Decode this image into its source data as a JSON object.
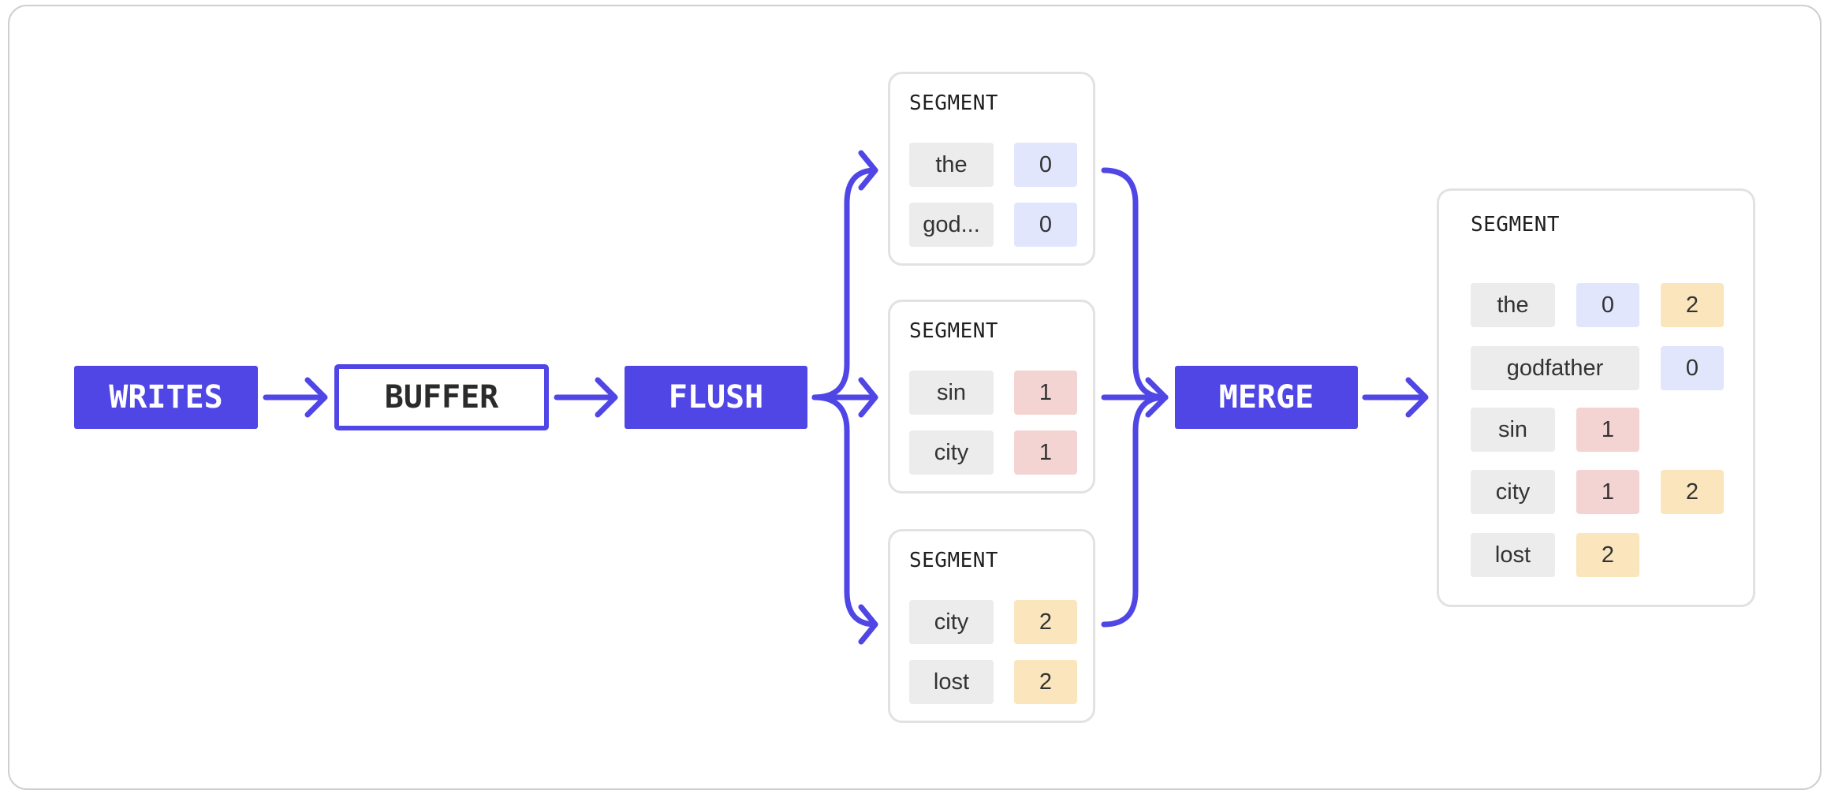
{
  "stages": {
    "writes": "WRITES",
    "buffer": "BUFFER",
    "flush": "FLUSH",
    "merge": "MERGE"
  },
  "segment_title": "SEGMENT",
  "segments": [
    {
      "rows": [
        {
          "term": "the",
          "docs": [
            "0"
          ]
        },
        {
          "term": "god...",
          "docs": [
            "0"
          ]
        }
      ]
    },
    {
      "rows": [
        {
          "term": "sin",
          "docs": [
            "1"
          ]
        },
        {
          "term": "city",
          "docs": [
            "1"
          ]
        }
      ]
    },
    {
      "rows": [
        {
          "term": "city",
          "docs": [
            "2"
          ]
        },
        {
          "term": "lost",
          "docs": [
            "2"
          ]
        }
      ]
    }
  ],
  "merged_segment": {
    "rows": [
      {
        "term": "the",
        "docs": [
          "0",
          "2"
        ]
      },
      {
        "term": "godfather",
        "docs": [
          "0"
        ]
      },
      {
        "term": "sin",
        "docs": [
          "1"
        ]
      },
      {
        "term": "city",
        "docs": [
          "1",
          "2"
        ]
      },
      {
        "term": "lost",
        "docs": [
          "2"
        ]
      }
    ]
  },
  "colors": {
    "accent": "#4f46e5",
    "term_bg": "#ececec",
    "doc_0": "#e1e6fd",
    "doc_1": "#f4d3d3",
    "doc_2": "#fae5bd"
  }
}
